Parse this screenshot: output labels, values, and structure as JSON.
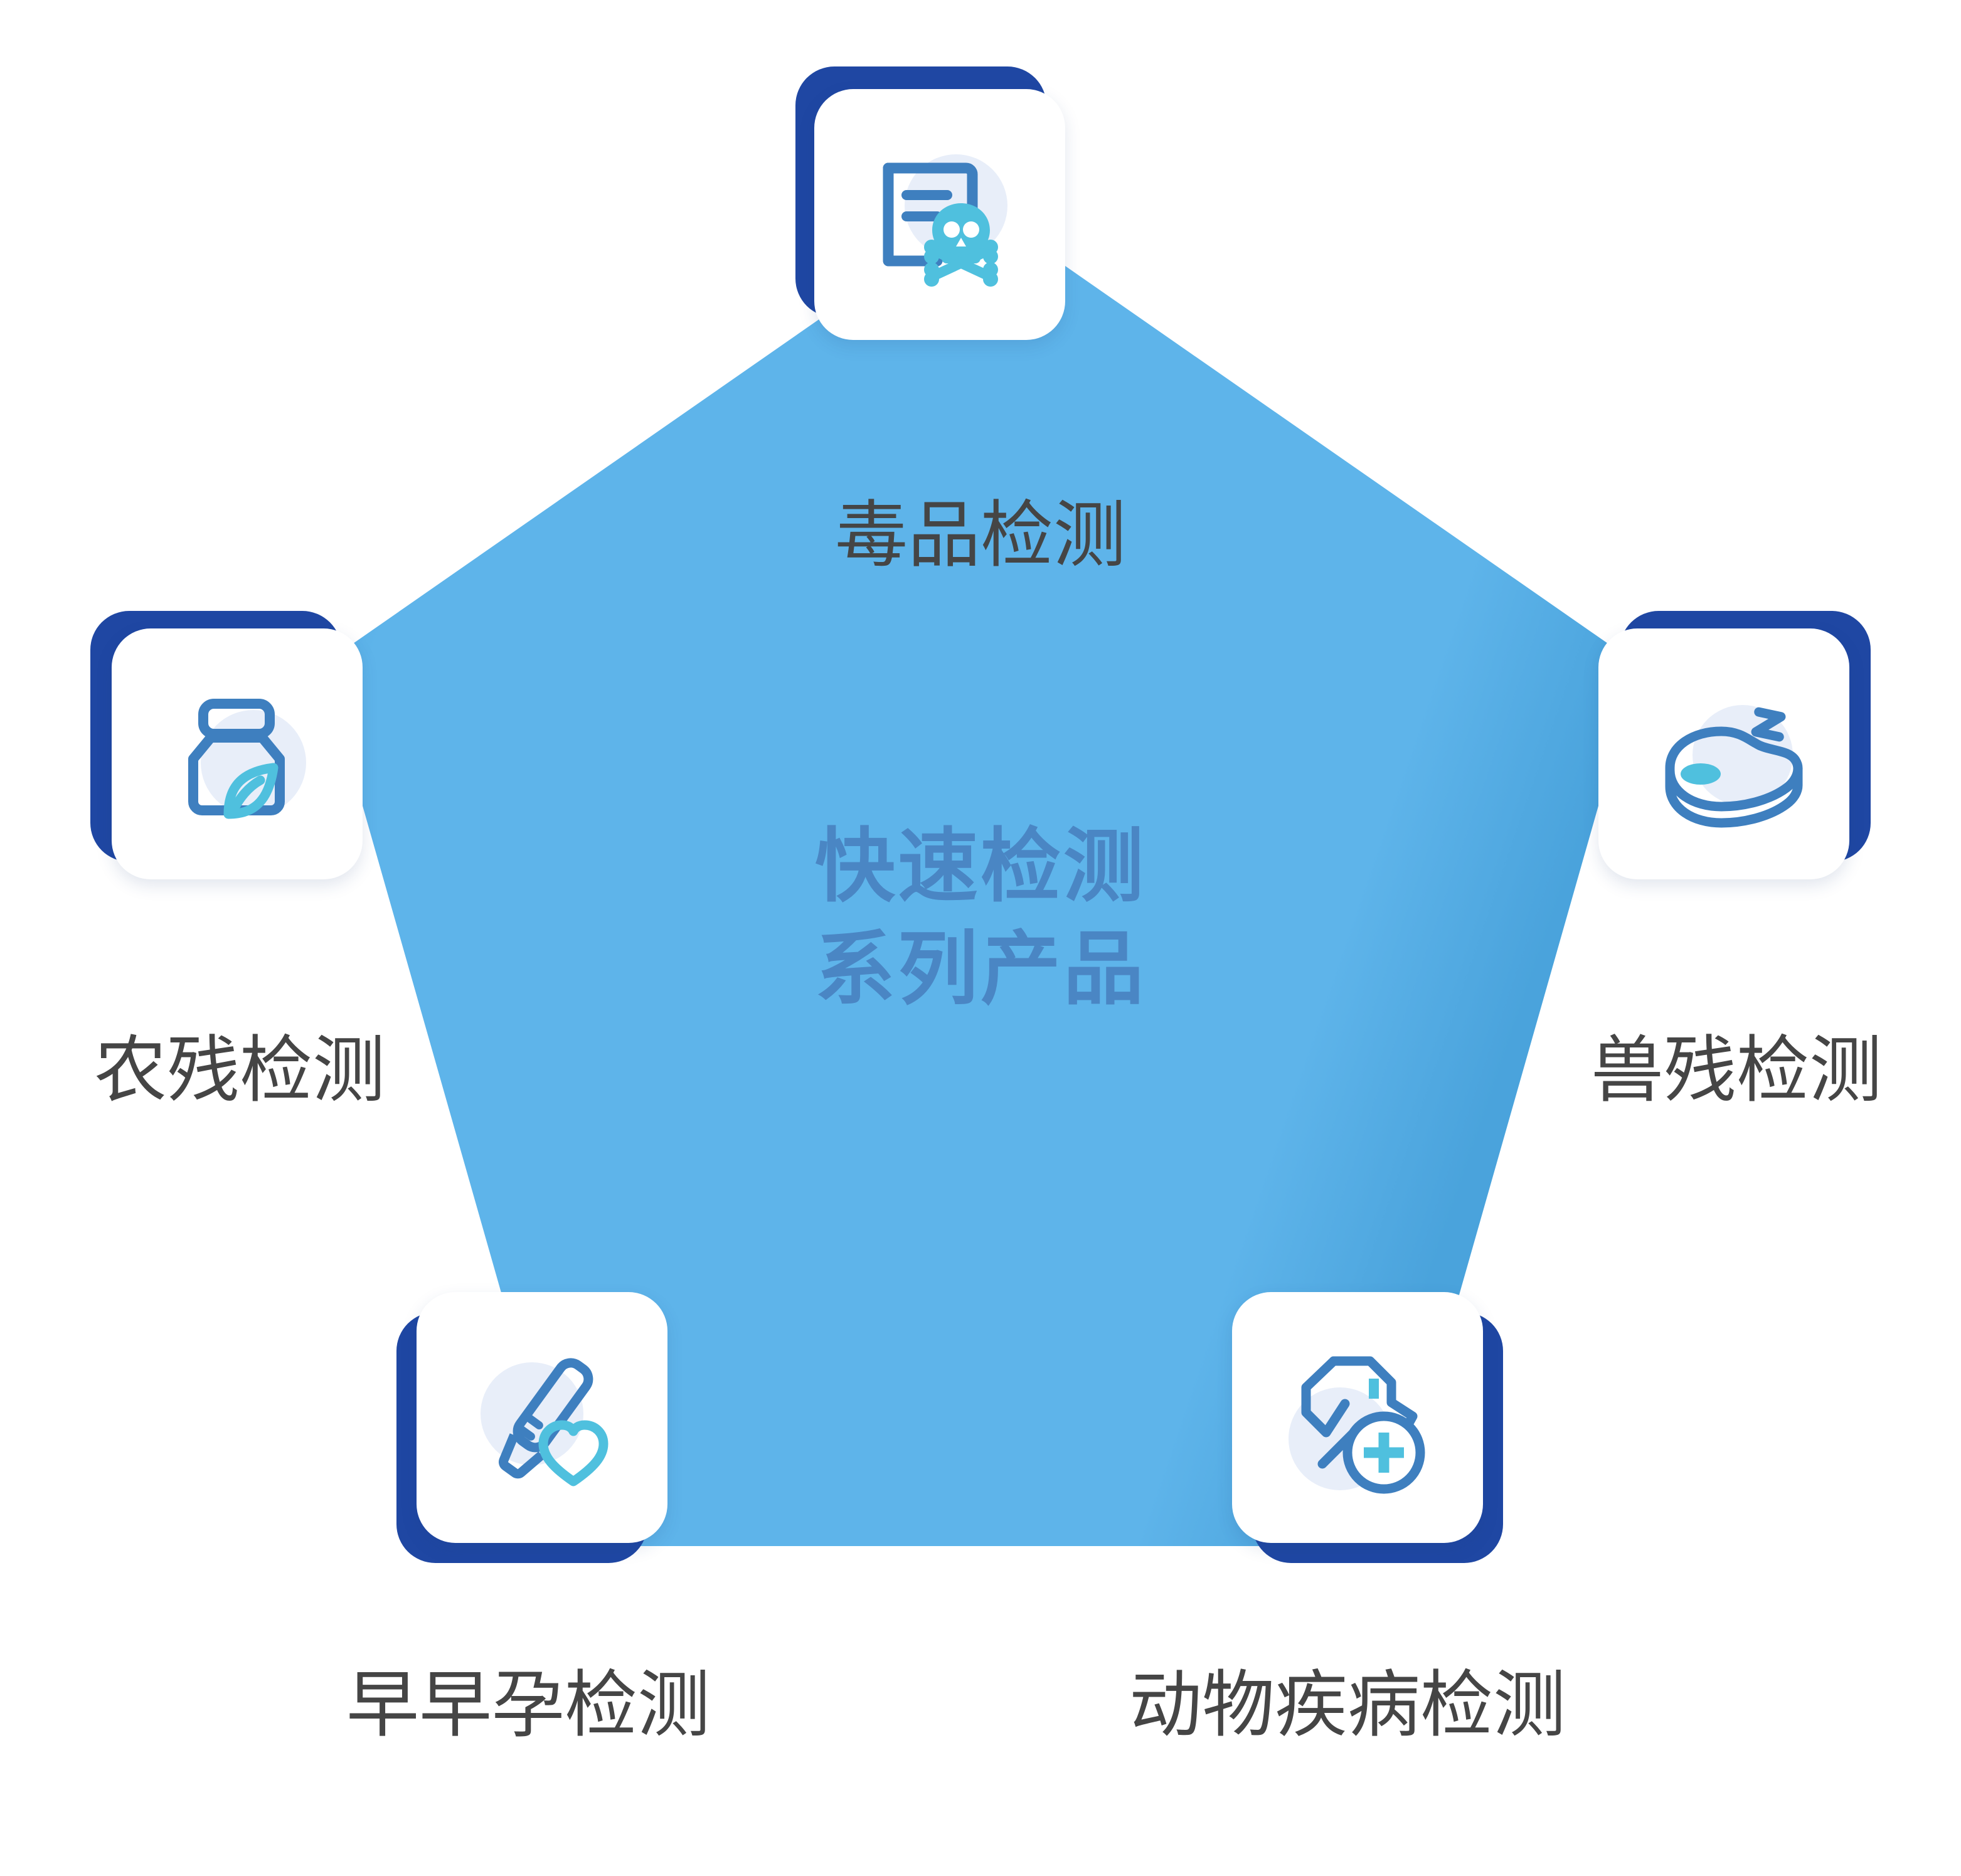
{
  "graphic": {
    "type": "pentagon-infographic",
    "center_text": "快速检测\n系列产品",
    "colors": {
      "pentagon_fill": "#5EB4EA",
      "pentagon_fill_dark": "#4AA3DC",
      "center_text": "#4A86C4",
      "card_shadow_navy": "#1F47A3",
      "card_surface": "#FFFFFF",
      "icon_primary_blue": "#3E7FBF",
      "icon_accent_cyan": "#4FC0DE",
      "icon_halo": "#E8EEF9",
      "label_text": "#454545",
      "page_background": "#FFFFFF"
    },
    "nodes": [
      {
        "id": "drug",
        "label": "毒品检测",
        "icon": "document-skull-crossbones-icon",
        "position": "top"
      },
      {
        "id": "pesticide",
        "label": "农残检测",
        "icon": "jar-leaf-icon",
        "position": "left"
      },
      {
        "id": "veterinary",
        "label": "兽残检测",
        "icon": "meat-steak-icon",
        "position": "right"
      },
      {
        "id": "pregnancy",
        "label": "早早孕检测",
        "icon": "pregnancy-test-heart-icon",
        "position": "bottom-left"
      },
      {
        "id": "animal-disease",
        "label": "动物疾病检测",
        "icon": "dog-medical-cross-icon",
        "position": "bottom-right"
      }
    ]
  }
}
